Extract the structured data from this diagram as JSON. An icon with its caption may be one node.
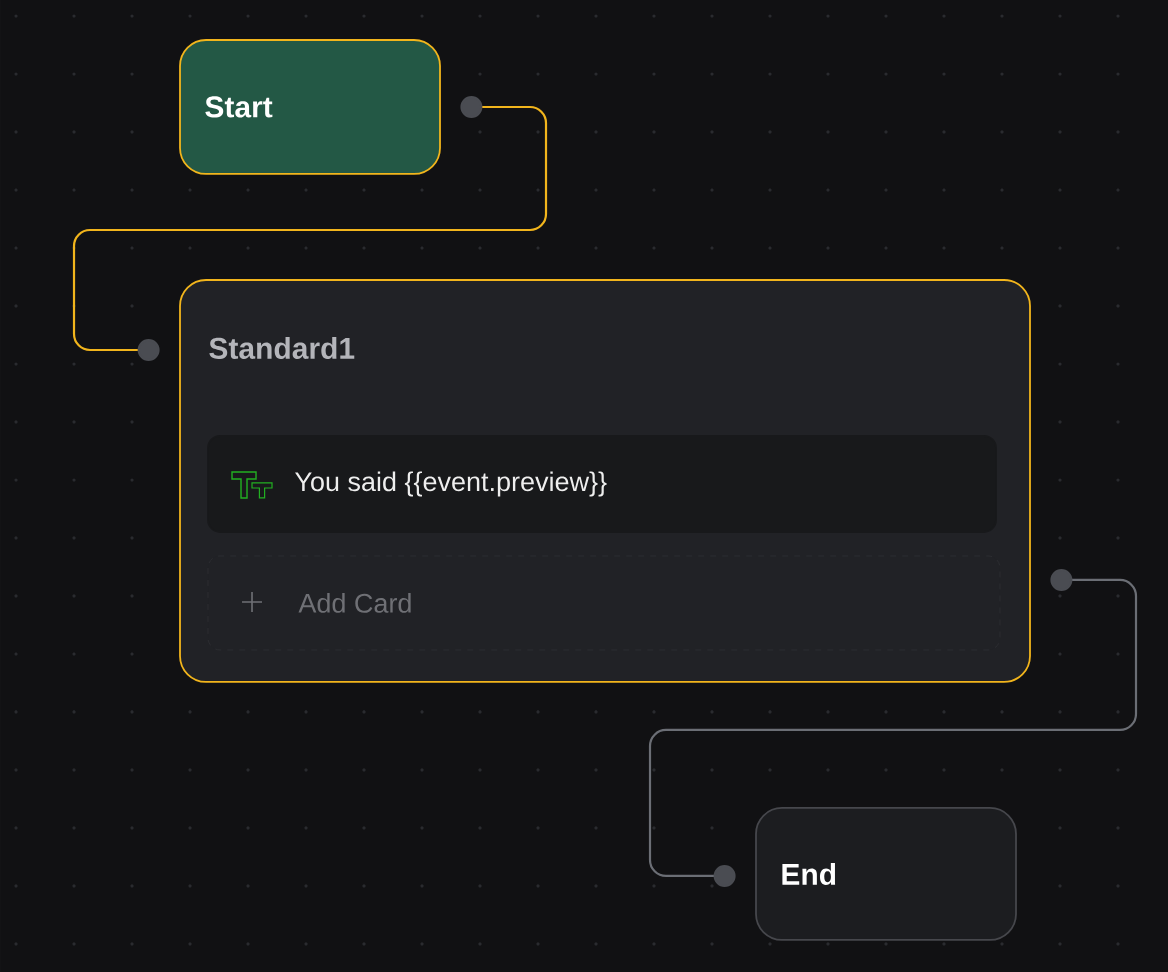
{
  "diagram": {
    "nodes": [
      {
        "text": [
          "Start"
        ]
      },
      {
        "text": [
          "Standard1"
        ]
      },
      {
        "text": [
          "You said {{event.preview}}"
        ],
        "in": 1
      },
      {
        "text": [
          "Add Card"
        ],
        "in": 1
      },
      {
        "text": [
          "End"
        ]
      }
    ],
    "edges": [
      {
        "from": 0,
        "to": 1,
        "arrow": "other"
      },
      {
        "from": 1,
        "to": 4,
        "arrow": "other",
        "color": "#6b6e75"
      }
    ]
  }
}
